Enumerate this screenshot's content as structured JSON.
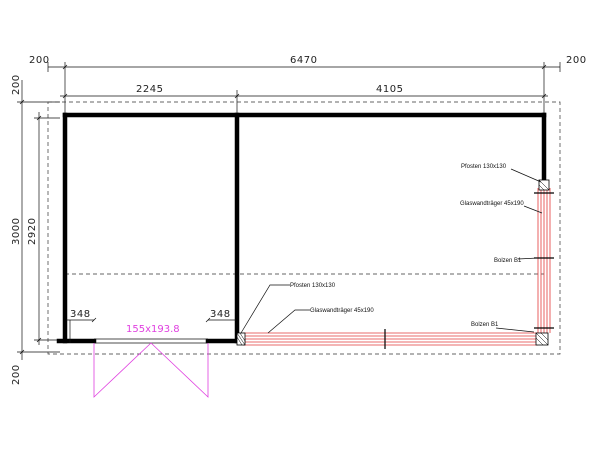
{
  "dimensions": {
    "top_left_margin": "200",
    "top_total": "6470",
    "top_right_margin": "200",
    "segment_left": "2245",
    "segment_right": "4105",
    "left_top_margin": "200",
    "left_outer": "3000",
    "left_inner": "2920",
    "left_bottom_margin": "200",
    "door_side_left": "348",
    "door_side_right": "348"
  },
  "door": {
    "label": "155x193.8"
  },
  "annotations": {
    "post_right": "Pfosten 130x130",
    "beam_right": "Glaswandträger 45x190",
    "bolt_right": "Bolzen B1",
    "post_bottom": "Pfosten 130x130",
    "beam_bottom": "Glaswandträger 45x190",
    "bolt_bottom": "Bolzen B1"
  },
  "colors": {
    "wall": "#000000",
    "glass_beam": "#e23a3a",
    "door_swing": "#e040e0"
  }
}
